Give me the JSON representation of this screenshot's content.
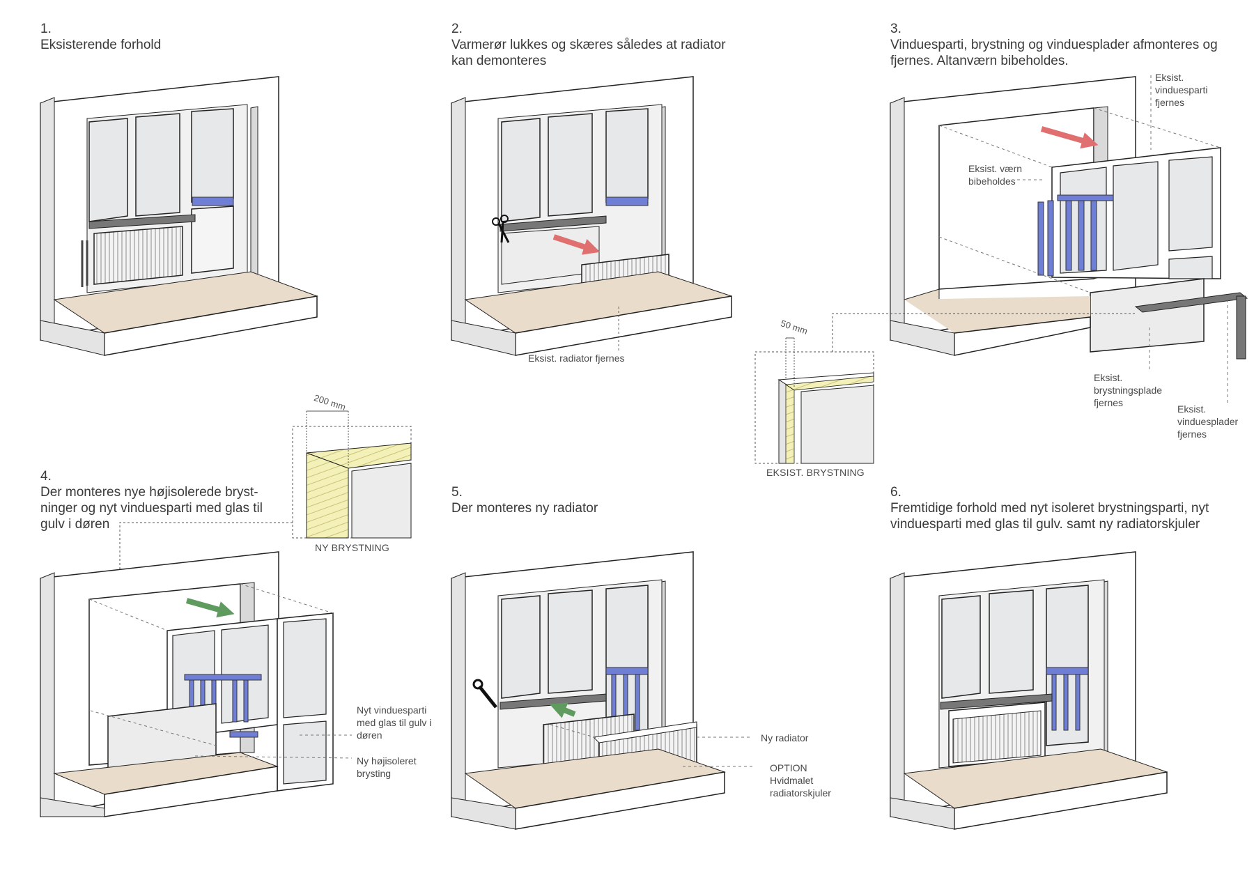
{
  "steps": [
    {
      "number": "1.",
      "title": "Eksisterende forhold"
    },
    {
      "number": "2.",
      "title": "Varmerør lukkes og skæres således at radiator kan demonteres"
    },
    {
      "number": "3.",
      "title": "Vinduesparti, brystning og vinduesplader afmonteres og fjernes. Altanværn bibeholdes."
    },
    {
      "number": "4.",
      "title": "Der monteres nye højisolerede bryst-ninger og nyt vinduesparti med glas til gulv i døren"
    },
    {
      "number": "5.",
      "title": "Der monteres ny radiator"
    },
    {
      "number": "6.",
      "title": "Fremtidige forhold med nyt isoleret brystningsparti, nyt vinduesparti med glas til gulv. samt ny radiatorskjuler"
    }
  ],
  "labels": {
    "radiator_removed": "Eksist. radiator fjernes",
    "railing_kept": "Eksist. værn bibeholdes",
    "window_removed": "Eksist. vinduesparti fjernes",
    "parapet_plate_removed": "Eksist. brystningsplade fjernes",
    "sills_removed": "Eksist. vinduesplader fjernes",
    "new_window": "Nyt vinduesparti med glas til gulv i døren",
    "new_parapet": "Ny højisoleret brysting",
    "new_radiator": "Ny radiator",
    "option": "OPTION",
    "radiator_cover": "Hvidmalet radiatorskjuler"
  },
  "details": {
    "existing_caption": "EKSIST. BRYSTNING",
    "existing_dim": "50 mm",
    "new_caption": "NY BRYSTNING",
    "new_dim": "200 mm"
  },
  "colors": {
    "wall_front": "#ffffff",
    "wall_side": "#e4e4e4",
    "reveal": "#d9d9d9",
    "glass": "#e6e8ea",
    "floor": "#e9dccb",
    "railing": "#6f7fd6",
    "arrow_remove": "#e07070",
    "arrow_install": "#5f9a5f",
    "insulation": "#f4f1b8",
    "sill": "#777777"
  }
}
